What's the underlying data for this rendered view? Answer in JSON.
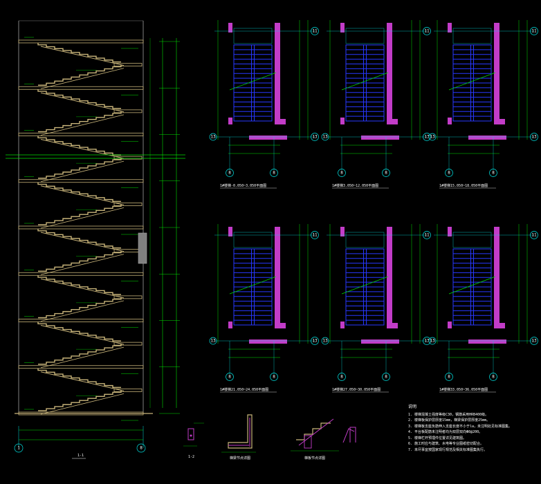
{
  "colors": {
    "background": "#000000",
    "stair_fill": "#c8b47a",
    "wall": "#c23cc8",
    "stair_plan": "#2838ff",
    "dimension": "#00e000",
    "axis": "#00e0e0",
    "text": "#ffffff",
    "note_text": "#e8e066",
    "grey": "#808080"
  },
  "section": {
    "title": "1-1",
    "axis_bottom_left": "1",
    "axis_bottom_right": "8",
    "floors": 8
  },
  "plans": [
    {
      "title": "1#楼梯-0.050~3.050平面图",
      "axis_a": "11",
      "axis_b": "13",
      "axis_c": "8"
    },
    {
      "title": "1#楼梯3.050~12.050平面图",
      "axis_a": "11",
      "axis_b": "13",
      "axis_c": "8"
    },
    {
      "title": "1#楼梯15.050~18.050平面图",
      "axis_a": "11",
      "axis_b": "13",
      "axis_c": "8"
    },
    {
      "title": "1#楼梯21.050~24.050平面图",
      "axis_a": "11",
      "axis_b": "13",
      "axis_c": "8"
    },
    {
      "title": "1#楼梯27.050~30.050平面图",
      "axis_a": "11",
      "axis_b": "13",
      "axis_c": "8"
    },
    {
      "title": "1#楼梯33.050~36.050平面图",
      "axis_a": "11",
      "axis_b": "13",
      "axis_c": "8"
    }
  ],
  "details": [
    {
      "title": "1-2"
    },
    {
      "title": "梯梁节点详图"
    },
    {
      "title": "梯板节点详图"
    }
  ],
  "notes": {
    "title": "说明",
    "items": [
      "1. 楼梯混凝土强度等级C30，钢筋采用HRB400级。",
      "2. 楼梯板保护层厚度15mm，梯梁保护层厚度25mm。",
      "3. 楼梯板支座负筋伸入支座长度不小于la，未注明处见标准图集。",
      "4. 平台板配筋未注明者均为双层双向Φ8@200。",
      "5. 楼梯栏杆预埋件位置详见建筑图。",
      "6. 施工时应与建筑、水电等专业图纸密切配合。",
      "7. 未尽事宜按国家现行规范及相关标准图集执行。"
    ]
  }
}
